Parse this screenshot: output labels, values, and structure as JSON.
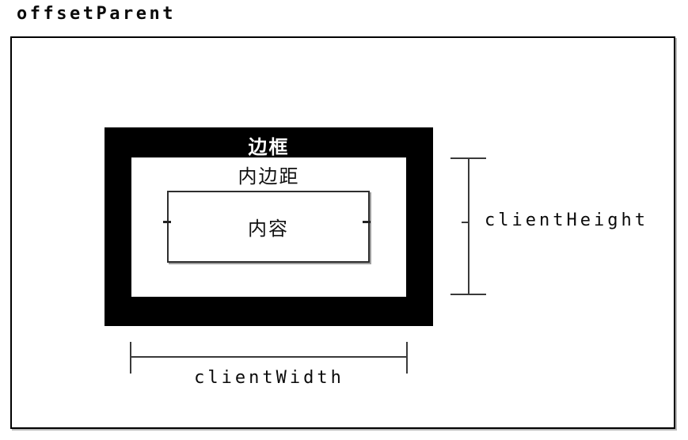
{
  "title": "offsetParent",
  "colors": {
    "background": "#ffffff",
    "frame_fill": "#000000",
    "frame_text": "#ffffff",
    "text": "#0a0a0a",
    "measure_line": "#3a3a3a",
    "outer_border": "#000000",
    "shadow": "#9e9e9e"
  },
  "diagram": {
    "frame": {
      "label": "边框"
    },
    "padding": {
      "label": "内边距"
    },
    "content": {
      "label": "内容"
    },
    "measures": {
      "client_height": "clientHeight",
      "client_width": "clientWidth"
    }
  }
}
